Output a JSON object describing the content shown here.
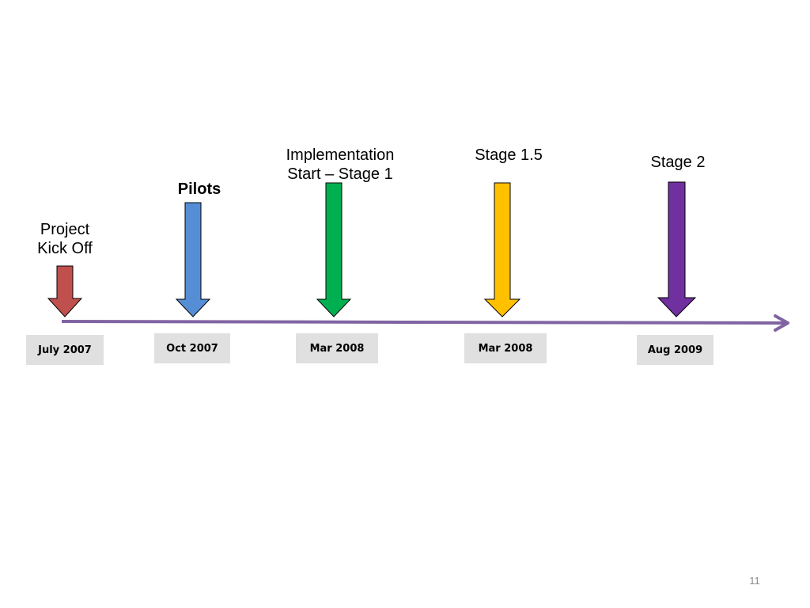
{
  "timeline": {
    "axis_color": "#8064a2",
    "milestones": [
      {
        "label": "Project\nKick Off",
        "date": "July 2007",
        "color": "#c0504d",
        "bold": false
      },
      {
        "label": "Pilots",
        "date": "Oct 2007",
        "color": "#558ed5",
        "bold": true
      },
      {
        "label": "Implementation\nStart – Stage 1",
        "date": "Mar 2008",
        "color": "#00b050",
        "bold": false
      },
      {
        "label": "Stage 1.5",
        "date": "Mar 2008",
        "color": "#ffc000",
        "bold": false
      },
      {
        "label": "Stage 2",
        "date": "Aug 2009",
        "color": "#7030a0",
        "bold": false
      }
    ]
  },
  "page_number": "11"
}
